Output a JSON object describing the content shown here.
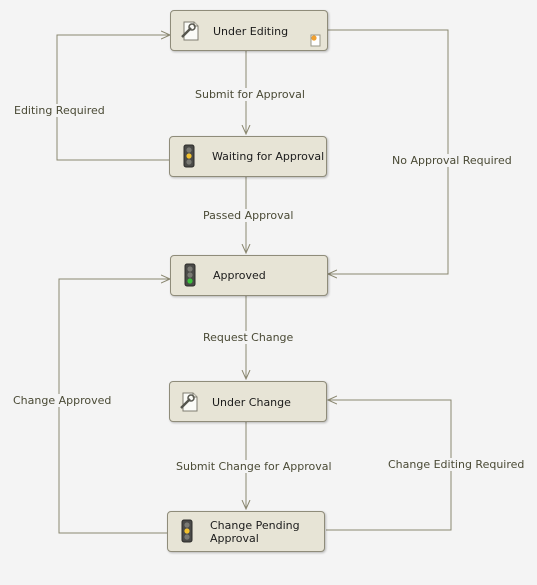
{
  "nodes": {
    "under_editing": "Under Editing",
    "waiting_for_approval": "Waiting for Approval",
    "approved": "Approved",
    "under_change": "Under Change",
    "change_pending_approval_line1": "Change Pending",
    "change_pending_approval_line2": "Approval"
  },
  "edges": {
    "submit_for_approval": "Submit for Approval",
    "editing_required": "Editing Required",
    "no_approval_required": "No Approval Required",
    "passed_approval": "Passed Approval",
    "request_change": "Request Change",
    "change_approved": "Change Approved",
    "submit_change_for_approval": "Submit Change for Approval",
    "change_editing_required": "Change Editing Required"
  },
  "icons": {
    "edit": "wrench-document-icon",
    "traffic_light_yellow": "traffic-light-yellow-icon",
    "traffic_light_green": "traffic-light-green-icon",
    "start_marker": "start-state-icon"
  },
  "colors": {
    "node_fill": "#e7e4d6",
    "node_border": "#8f8c7a",
    "connector": "#8a8770",
    "background": "#f4f4f4"
  }
}
